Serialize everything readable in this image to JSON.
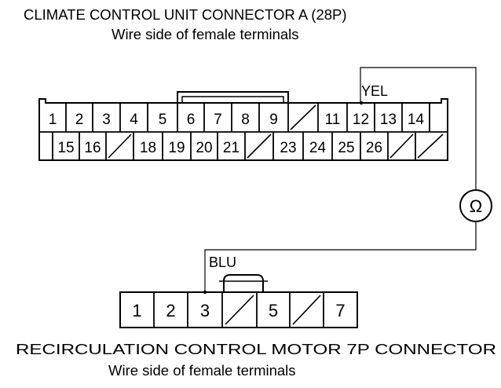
{
  "connector_a": {
    "title": "CLIMATE CONTROL UNIT CONNECTOR A (28P)",
    "subtitle": "Wire side of female terminals",
    "row1": [
      "1",
      "2",
      "3",
      "4",
      "5",
      "6",
      "7",
      "8",
      "9",
      "",
      "11",
      "12",
      "13",
      "14"
    ],
    "row2": [
      "",
      "15",
      "16",
      "",
      "18",
      "19",
      "20",
      "21",
      "",
      "23",
      "24",
      "25",
      "26",
      "",
      ""
    ],
    "wire_color": "YEL"
  },
  "connector_b": {
    "title": "RECIRCULATION CONTROL MOTOR 7P CONNECTOR",
    "subtitle": "Wire side of female terminals",
    "cells": [
      "1",
      "2",
      "3",
      "",
      "5",
      "",
      "7"
    ],
    "wire_color": "BLU"
  },
  "meter": {
    "symbol": "Ω",
    "icon": "ohmmeter-icon"
  }
}
